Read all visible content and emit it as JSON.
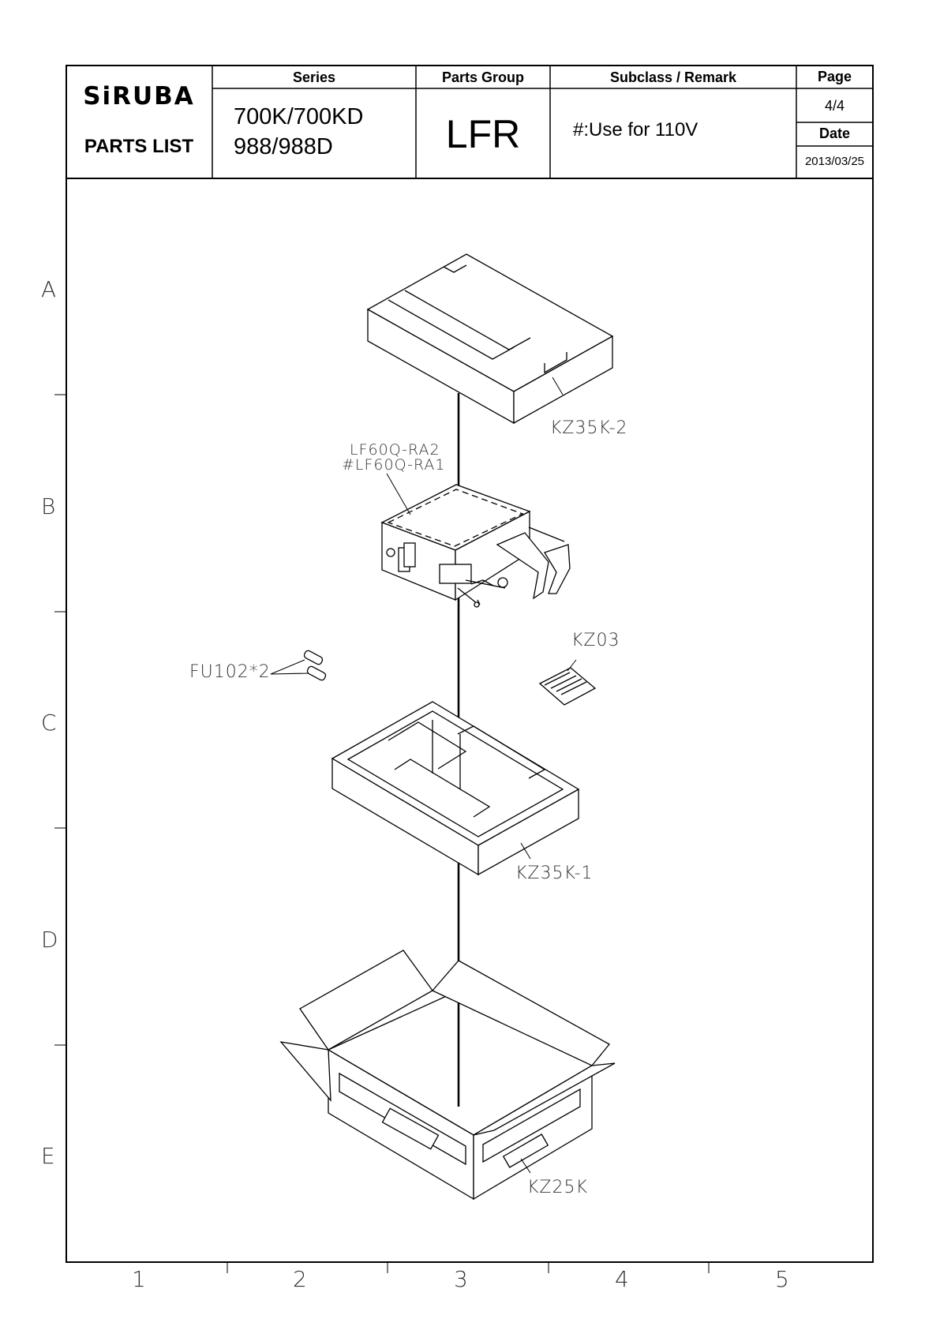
{
  "header": {
    "brand": "SiRUBA",
    "doc_type": "PARTS LIST",
    "series_label": "Series",
    "series_lines": [
      "700K/700KD",
      "988/988D"
    ],
    "parts_group_label": "Parts Group",
    "parts_group": "LFR",
    "subclass_label": "Subclass / Remark",
    "remark": "#:Use for 110V",
    "page_label": "Page",
    "page": "4/4",
    "date_label": "Date",
    "date": "2013/03/25"
  },
  "grid": {
    "rows": [
      "A",
      "B",
      "C",
      "D",
      "E"
    ],
    "cols": [
      "1",
      "2",
      "3",
      "4",
      "5"
    ]
  },
  "parts": [
    {
      "code": "KZ35K-2"
    },
    {
      "code": "LF60Q-RA2",
      "alt": "#LF60Q-RA1"
    },
    {
      "code": "FU102*2"
    },
    {
      "code": "KZ03"
    },
    {
      "code": "KZ35K-1"
    },
    {
      "code": "KZ25K"
    }
  ],
  "colors": {
    "line": "#000000",
    "paper": "#ffffff"
  }
}
